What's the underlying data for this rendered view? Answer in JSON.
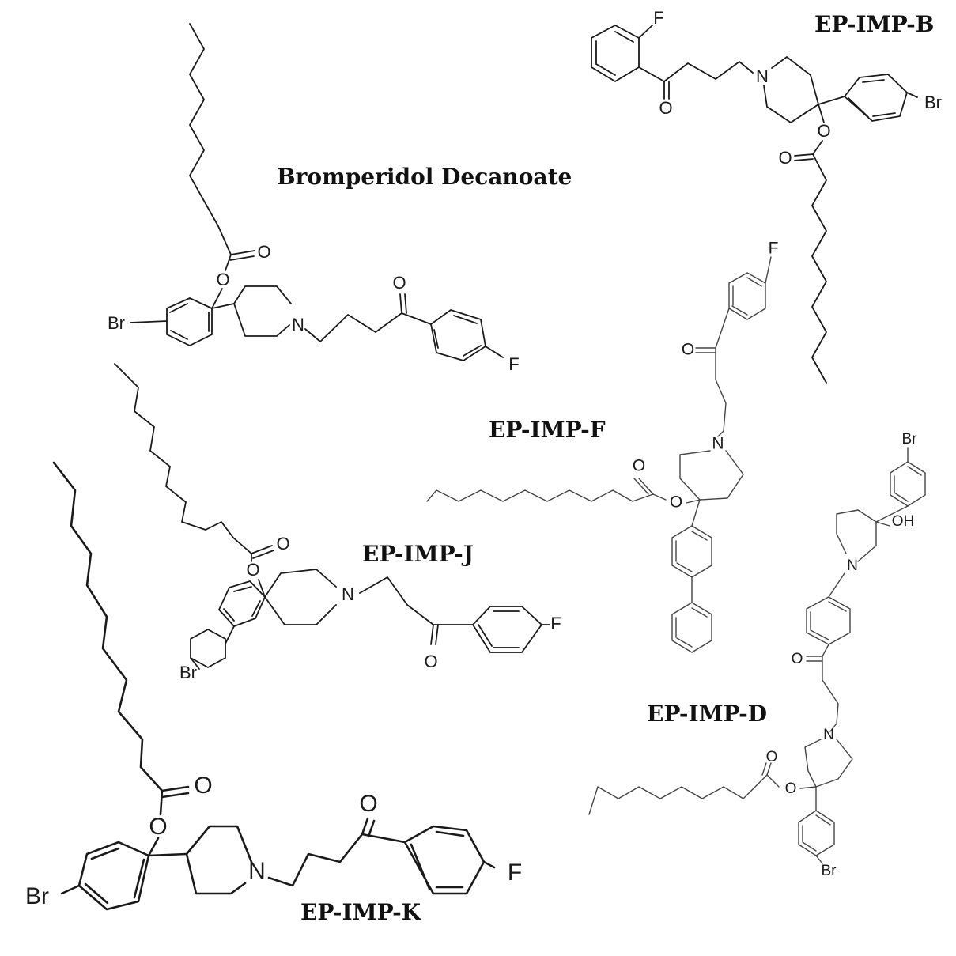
{
  "structures": [
    {
      "id": "bromperidol",
      "name": "Bromperidol Decanoate",
      "atoms": {
        "Br": "Br",
        "O_ester": "O",
        "O_carbonyl": "O",
        "N": "N",
        "O_ketone": "O",
        "F": "F"
      }
    },
    {
      "id": "b",
      "name": "EP-IMP-B",
      "atoms": {
        "F": "F",
        "O_ketone": "O",
        "N": "N",
        "Br": "Br",
        "O_ester": "O",
        "O_carbonyl": "O"
      }
    },
    {
      "id": "f",
      "name": "EP-IMP-F",
      "atoms": {
        "F": "F",
        "O_ketone": "O",
        "N": "N",
        "O_carbonyl": "O",
        "O_ester": "O"
      }
    },
    {
      "id": "j",
      "name": "EP-IMP-J",
      "atoms": {
        "O_carbonyl": "O",
        "O_ester": "O",
        "N": "N",
        "F": "F",
        "O_ketone": "O",
        "Br": "Br"
      }
    },
    {
      "id": "d",
      "name": "EP-IMP-D",
      "atoms": {
        "Br_top": "Br",
        "OH": "OH",
        "N_top": "N",
        "O_ketone": "O",
        "N": "N",
        "O_carbonyl": "O",
        "O_ester": "O",
        "Br_bottom": "Br"
      }
    },
    {
      "id": "k",
      "name": "EP-IMP-K",
      "atoms": {
        "O_carbonyl": "O",
        "O_ester": "O",
        "O_ketone": "O",
        "F": "F",
        "Br": "Br",
        "N": "N"
      }
    }
  ]
}
